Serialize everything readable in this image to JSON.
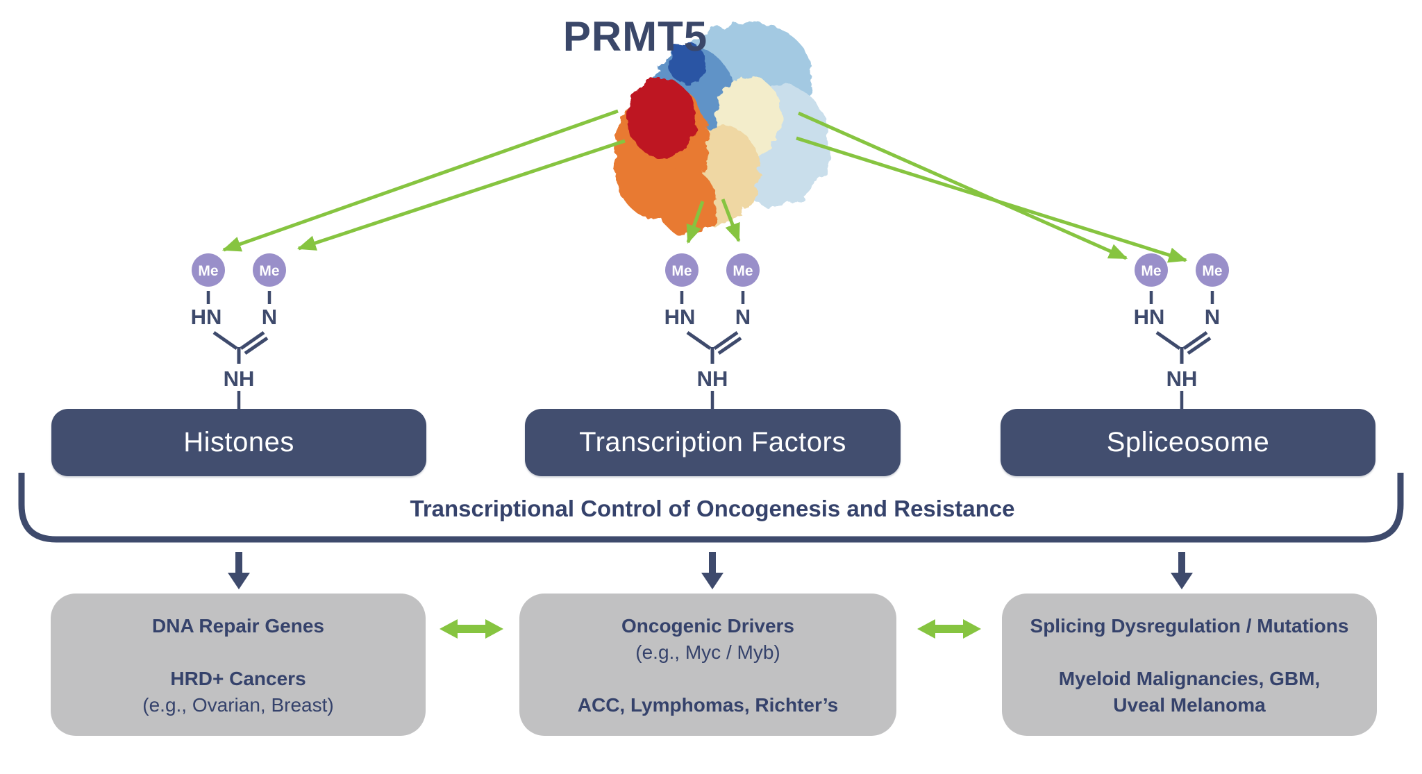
{
  "title": "PRMT5",
  "colors": {
    "navy": "#3E4A6C",
    "navy_box": "#424E6F",
    "navy_text": "#35426B",
    "green": "#86C440",
    "purple": "#998FC9",
    "gray_box": "#C1C1C2",
    "white": "#FFFFFF"
  },
  "methylation": {
    "me": "Me",
    "hn": "HN",
    "n": "N",
    "nh": "NH"
  },
  "substrates": [
    {
      "label": "Histones"
    },
    {
      "label": "Transcription Factors"
    },
    {
      "label": "Spliceosome"
    }
  ],
  "bracket_label": "Transcriptional Control of Oncogenesis and Resistance",
  "outcomes": [
    {
      "lines": [
        "DNA Repair Genes",
        "",
        "HRD+ Cancers",
        "(e.g., Ovarian, Breast)"
      ]
    },
    {
      "lines": [
        "Oncogenic Drivers",
        "(e.g., Myc / Myb)",
        "",
        "ACC, Lymphomas, Richter’s"
      ]
    },
    {
      "lines": [
        "Splicing Dysregulation / Mutations",
        "",
        "Myeloid Malignancies, GBM,",
        "Uveal Melanoma"
      ]
    }
  ]
}
